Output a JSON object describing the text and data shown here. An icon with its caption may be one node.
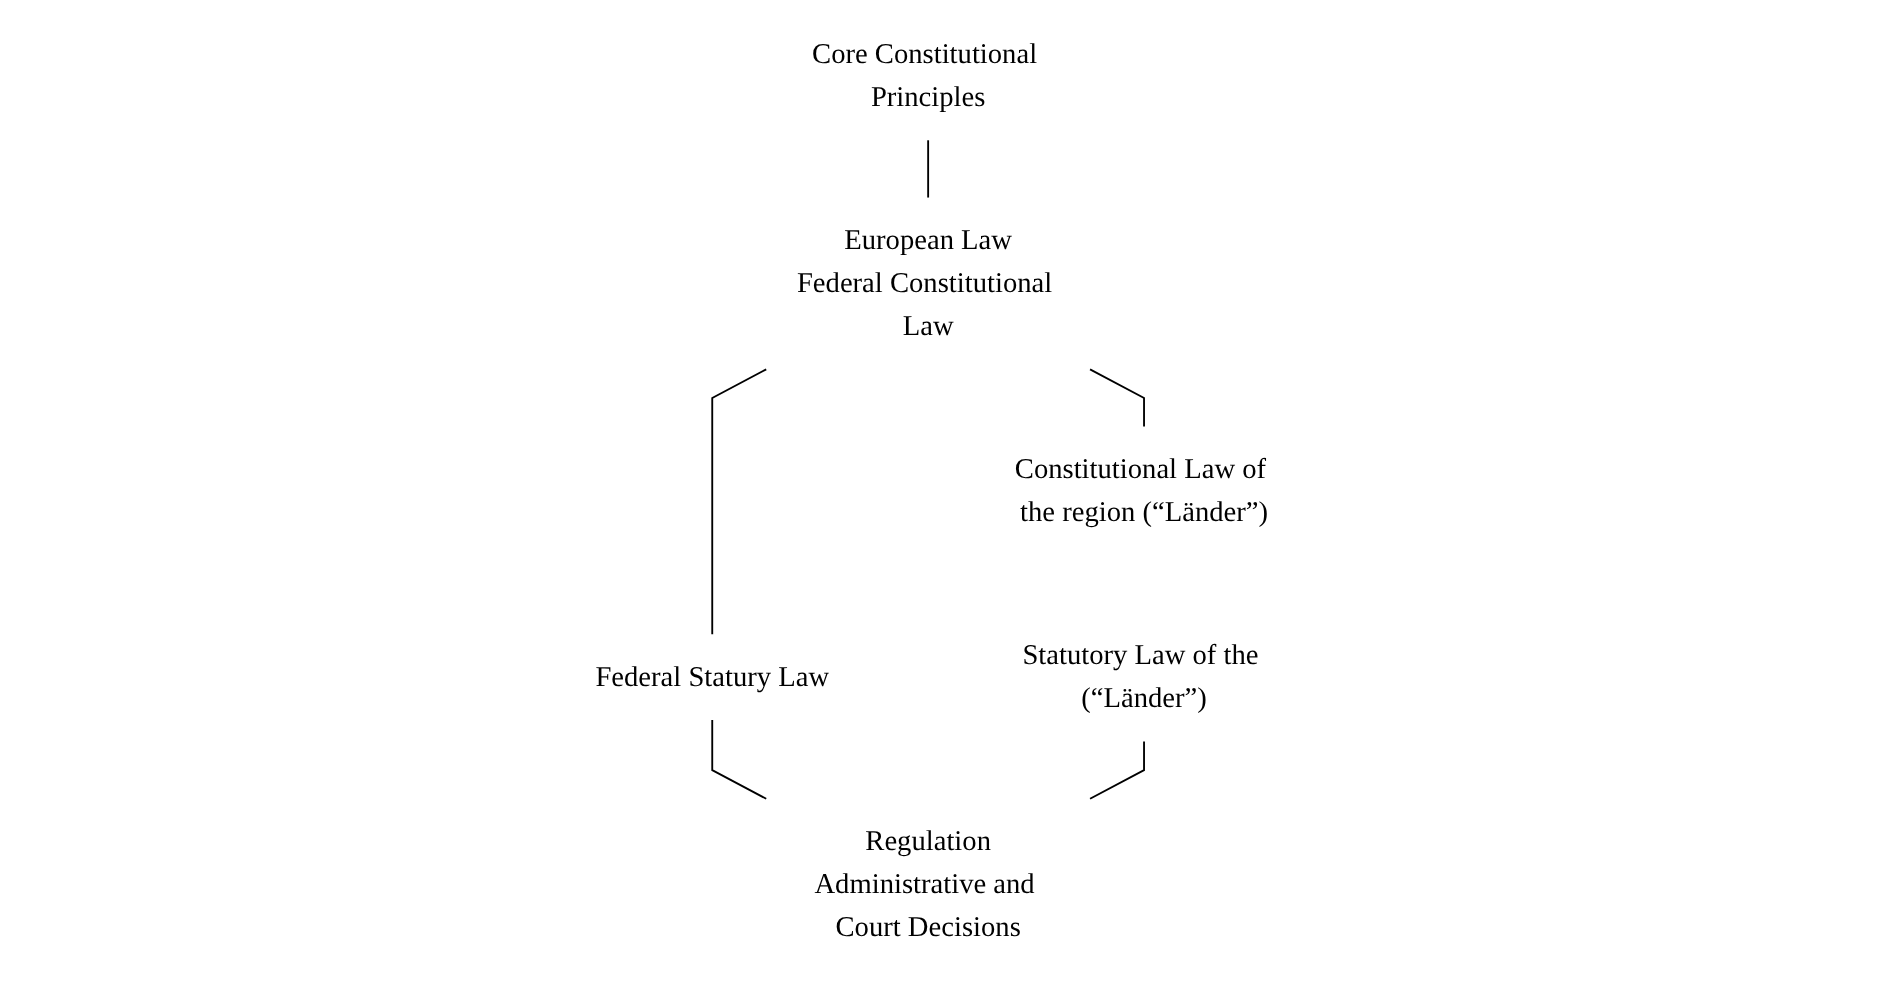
{
  "diagram": {
    "nodes": [
      {
        "text": [
          "Core Constitutional Principles"
        ]
      },
      {
        "text": [
          "European Law",
          "Federal Constitutional Law"
        ]
      },
      {
        "text": [
          "Constitutional Law of the region (“Länder”)"
        ]
      },
      {
        "text": [
          "Federal Statury Law"
        ]
      },
      {
        "text": [
          "Statutory Law of the (“Länder”)"
        ]
      },
      {
        "text": [
          "Regulation",
          "Administrative and Court Decisions"
        ]
      }
    ],
    "edges": [
      {
        "from": 0,
        "to": 1,
        "arrow": "none"
      },
      {
        "from": 1,
        "to": 2,
        "arrow": "none"
      },
      {
        "from": 1,
        "to": 3,
        "arrow": "none"
      },
      {
        "from": 3,
        "to": 5,
        "arrow": "none"
      },
      {
        "from": 4,
        "to": 5,
        "arrow": "none"
      }
    ]
  }
}
